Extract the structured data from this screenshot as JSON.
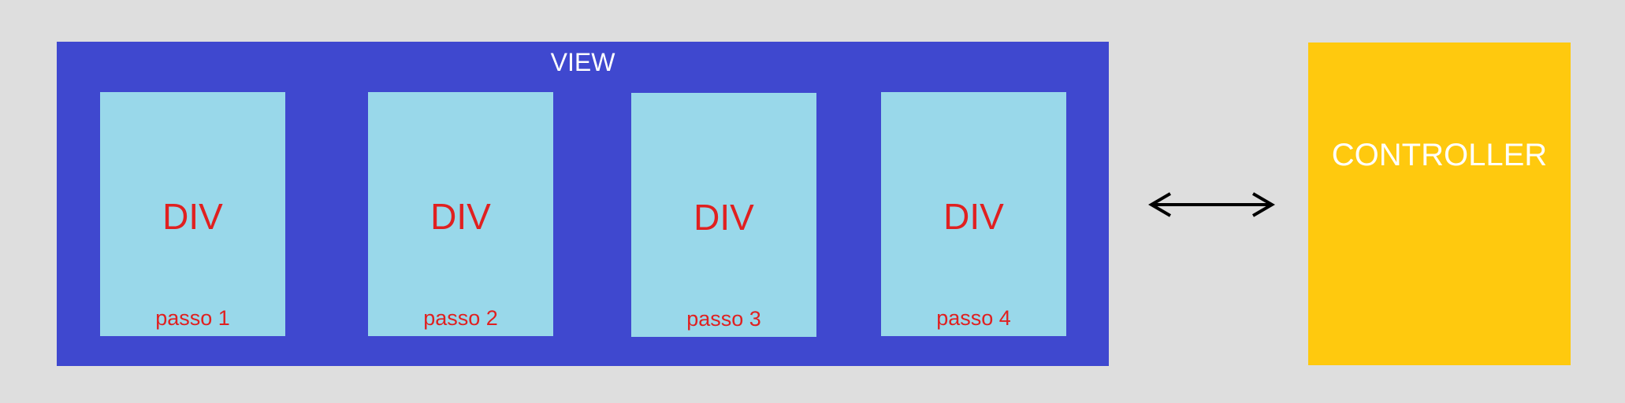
{
  "view": {
    "title": "VIEW",
    "color": "#3f48cf",
    "boxes": [
      {
        "label": "DIV",
        "step": "passo 1"
      },
      {
        "label": "DIV",
        "step": "passo 2"
      },
      {
        "label": "DIV",
        "step": "passo 3"
      },
      {
        "label": "DIV",
        "step": "passo 4"
      }
    ],
    "box_color": "#99d8ea",
    "text_color": "#e02020"
  },
  "connector": {
    "icon": "double-headed-arrow-icon"
  },
  "controller": {
    "label": "CONTROLLER",
    "color": "#ffc90e"
  }
}
